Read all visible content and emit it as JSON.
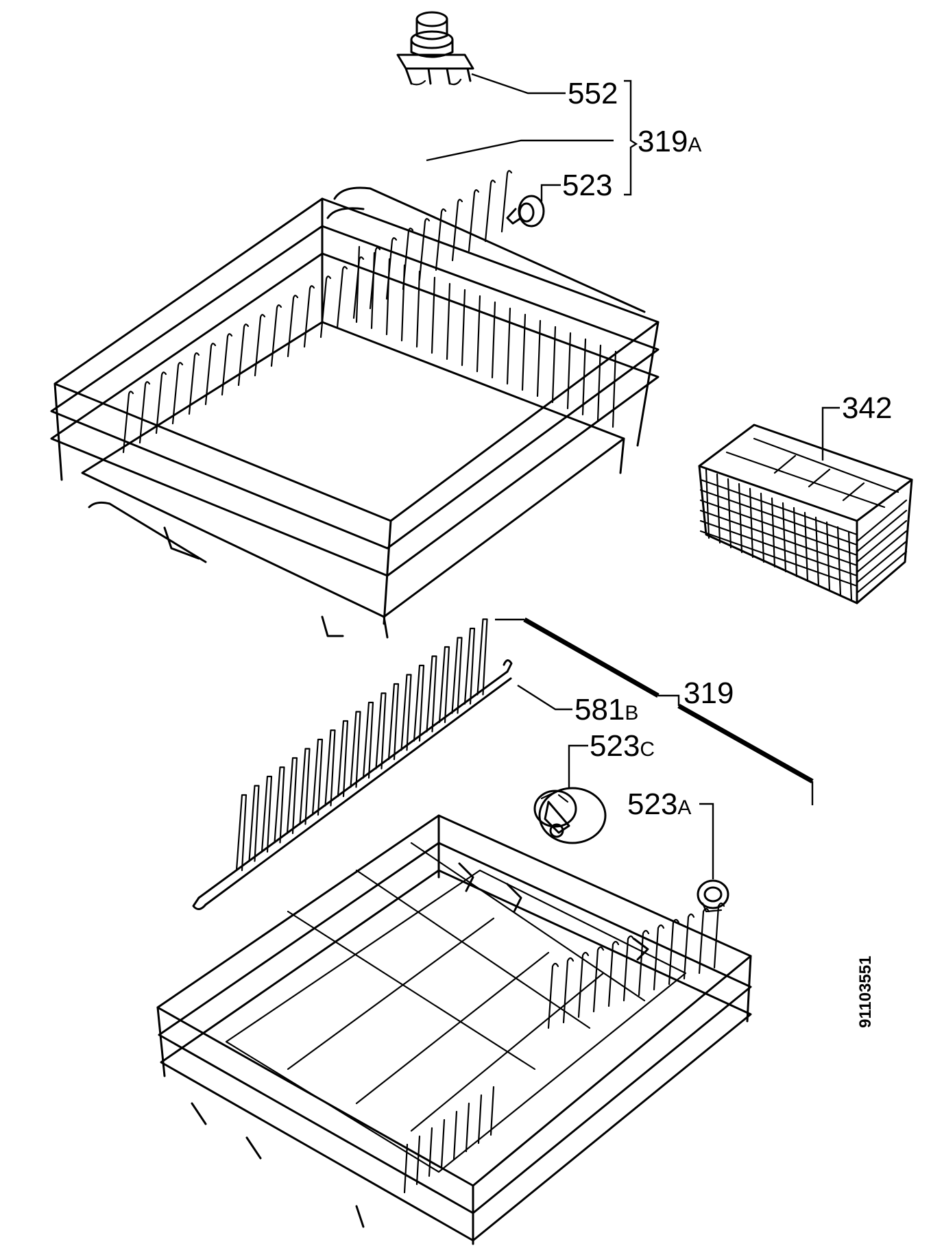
{
  "callouts": {
    "c552": "552",
    "c319a_num": "319",
    "c319a_sfx": "A",
    "c523": "523",
    "c342": "342",
    "c581b_num": "581",
    "c581b_sfx": "B",
    "c319": "319",
    "c523c_num": "523",
    "c523c_sfx": "C",
    "c523a_num": "523",
    "c523a_sfx": "A"
  },
  "drawing_number": "91103551"
}
